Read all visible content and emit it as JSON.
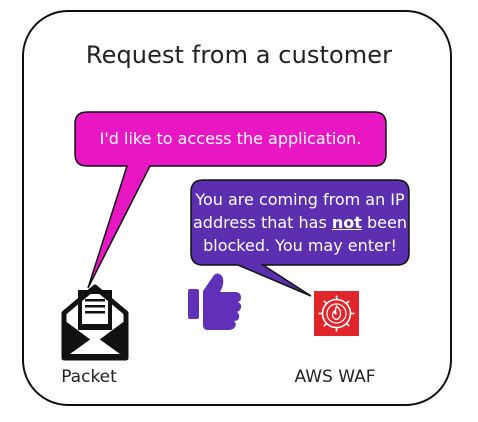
{
  "title": "Request from a customer",
  "customer_bubble": {
    "text": "I'd like to access the application.",
    "color": "#E817C3"
  },
  "waf_bubble": {
    "text_before": "You are coming from an IP address that has ",
    "emphasis": "not",
    "text_after": " been blocked. You may enter!",
    "color": "#5B2FB0"
  },
  "packet": {
    "label": "Packet",
    "icon": "open-envelope-letter-icon"
  },
  "thumbs_up": {
    "icon": "thumbs-up-icon",
    "color": "#6030B8"
  },
  "waf": {
    "label": "AWS WAF",
    "icon": "aws-waf-icon",
    "color": "#E0252B"
  }
}
